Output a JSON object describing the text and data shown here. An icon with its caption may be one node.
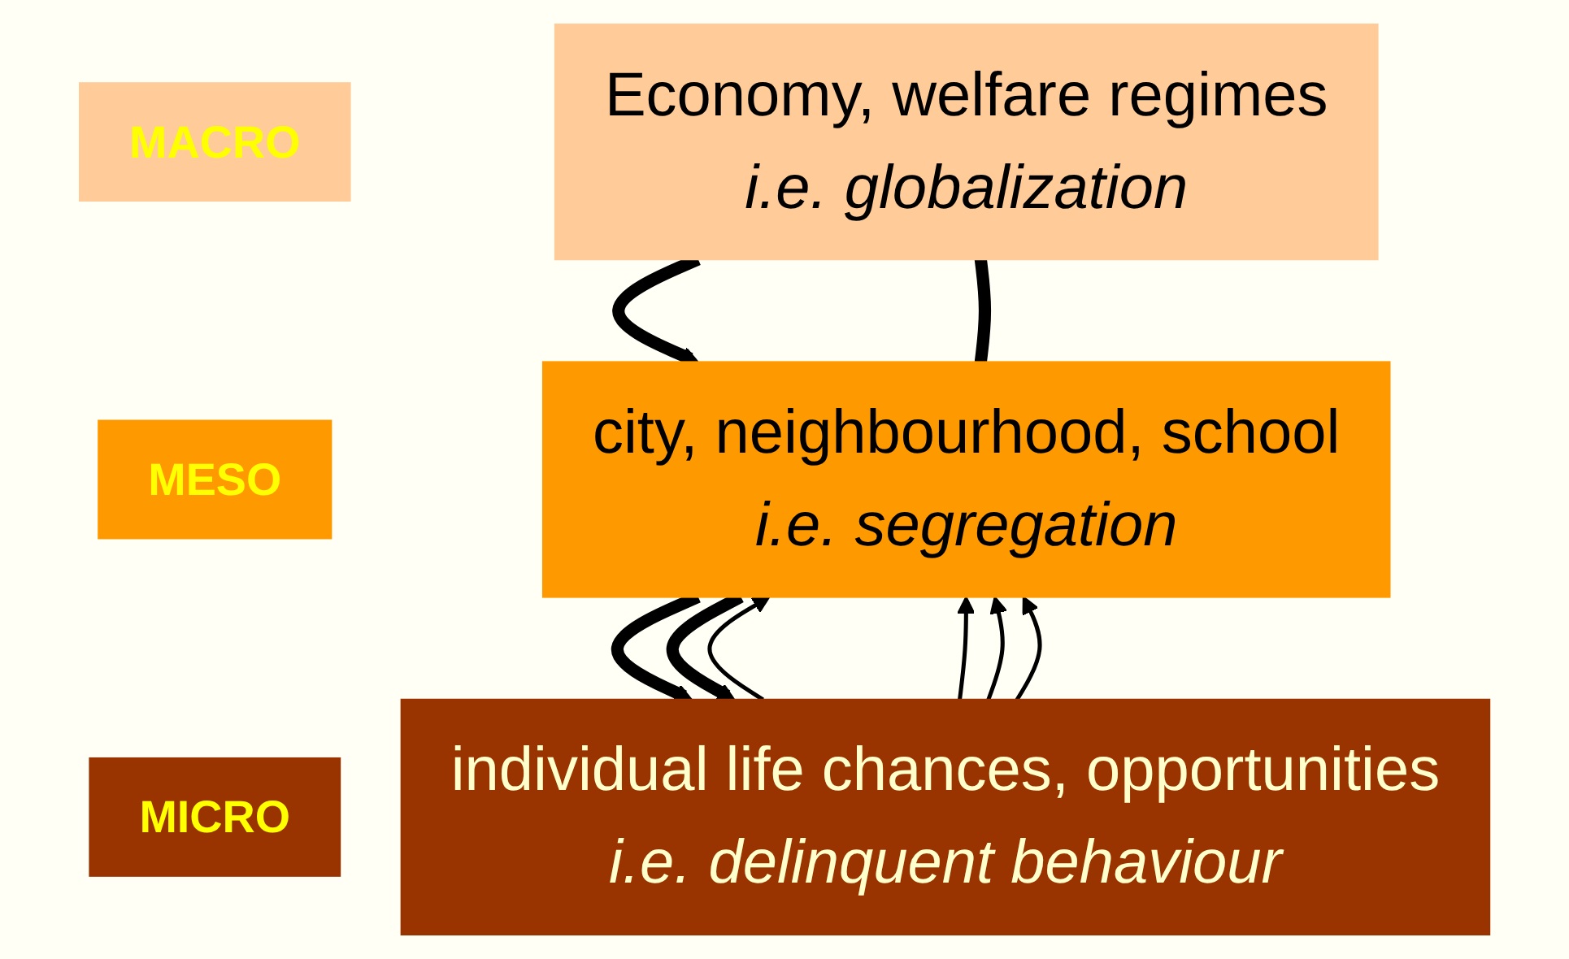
{
  "diagram": {
    "nodes": [
      {
        "text": [
          "MACRO"
        ]
      },
      {
        "text": [
          "Economy, welfare regimes",
          "i.e. globalization"
        ]
      },
      {
        "text": [
          "MESO"
        ]
      },
      {
        "text": [
          "city, neighbourhood, school",
          "i.e. segregation"
        ]
      },
      {
        "text": [
          "MICRO"
        ]
      },
      {
        "text": [
          "individual life chances, opportunities",
          "i.e. delinquent behaviour"
        ]
      }
    ],
    "edges": [
      {
        "from": 1,
        "to": 3,
        "arrow": "to",
        "style": "thick"
      },
      {
        "from": 1,
        "to": 3,
        "arrow": "none",
        "style": "thick"
      },
      {
        "from": 3,
        "to": 5,
        "arrow": "to",
        "style": "thick"
      },
      {
        "from": 3,
        "to": 5,
        "arrow": "to",
        "style": "thick"
      },
      {
        "from": 5,
        "to": 3,
        "arrow": "to"
      },
      {
        "from": 5,
        "to": 3,
        "arrow": "to"
      },
      {
        "from": 5,
        "to": 3,
        "arrow": "to"
      },
      {
        "from": 5,
        "to": 3,
        "arrow": "to"
      }
    ]
  }
}
